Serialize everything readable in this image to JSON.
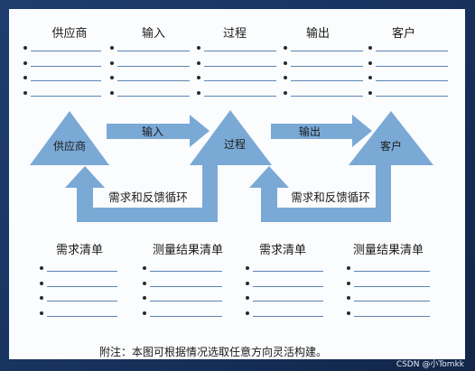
{
  "top_headers": [
    "供应商",
    "输入",
    "过程",
    "输出",
    "客户"
  ],
  "process_nodes": {
    "supplier": "供应商",
    "process": "过程",
    "customer": "客户"
  },
  "arrows": {
    "input": "输入",
    "output": "输出",
    "feedback_left": "需求和反馈循环",
    "feedback_right": "需求和反馈循环"
  },
  "bottom_headers": [
    "需求清单",
    "测量结果清单",
    "需求清单",
    "测量结果清单"
  ],
  "note": "附注：本图可根据情况选取任意方向灵活构建。",
  "watermark": "CSDN @小Tomkk",
  "colors": {
    "shape_fill": "#7aa9d6",
    "line": "#5a84b5",
    "background": "#1d3a68"
  }
}
